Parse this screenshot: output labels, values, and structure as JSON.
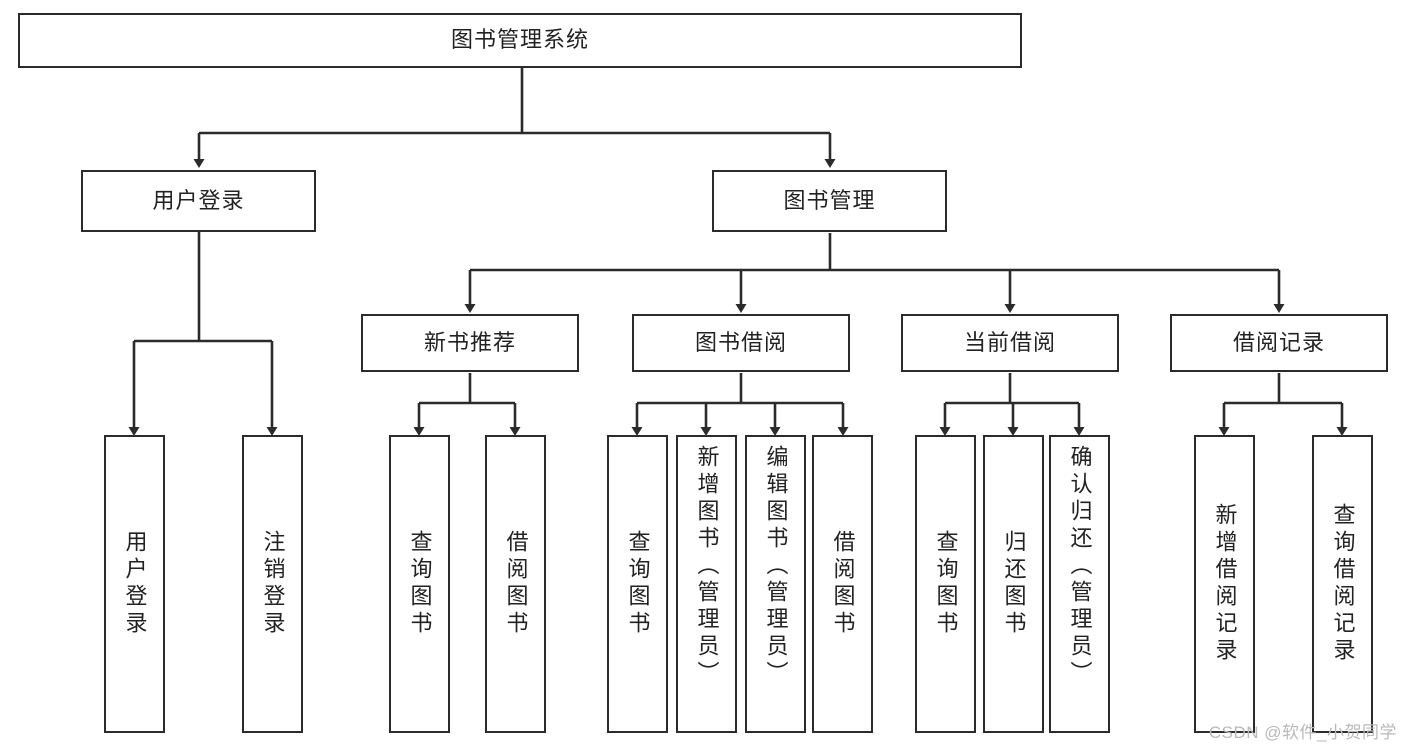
{
  "diagram": {
    "title": "图书管理系统",
    "type": "tree",
    "watermark": "CSDN @软件_小贺同学",
    "colors": {
      "stroke": "#2b2b2b",
      "fill": "#ffffff",
      "text": "#222222",
      "watermark": "#b9b9b9"
    },
    "levels": {
      "root": {
        "label": "图书管理系统"
      },
      "level2": [
        {
          "id": "user-login",
          "label": "用户登录"
        },
        {
          "id": "book-manage",
          "label": "图书管理"
        }
      ],
      "level3": [
        {
          "id": "new-book-recommend",
          "label": "新书推荐",
          "parent": "book-manage"
        },
        {
          "id": "book-borrow",
          "label": "图书借阅",
          "parent": "book-manage"
        },
        {
          "id": "current-borrow",
          "label": "当前借阅",
          "parent": "book-manage"
        },
        {
          "id": "borrow-record",
          "label": "借阅记录",
          "parent": "book-manage"
        }
      ],
      "leaves": [
        {
          "id": "leaf-user-login",
          "label": "用户登录",
          "parent": "user-login"
        },
        {
          "id": "leaf-user-logout",
          "label": "注销登录",
          "parent": "user-login"
        },
        {
          "id": "leaf-query-book-1",
          "label": "查询图书",
          "parent": "new-book-recommend"
        },
        {
          "id": "leaf-borrow-book-1",
          "label": "借阅图书",
          "parent": "new-book-recommend"
        },
        {
          "id": "leaf-query-book-2",
          "label": "查询图书",
          "parent": "book-borrow"
        },
        {
          "id": "leaf-add-book",
          "label": "新增图书（管理员）",
          "parent": "book-borrow"
        },
        {
          "id": "leaf-edit-book",
          "label": "编辑图书（管理员）",
          "parent": "book-borrow"
        },
        {
          "id": "leaf-borrow-book-2",
          "label": "借阅图书",
          "parent": "book-borrow"
        },
        {
          "id": "leaf-query-book-3",
          "label": "查询图书",
          "parent": "current-borrow"
        },
        {
          "id": "leaf-return-book",
          "label": "归还图书",
          "parent": "current-borrow"
        },
        {
          "id": "leaf-confirm-return",
          "label": "确认归还（管理员）",
          "parent": "current-borrow"
        },
        {
          "id": "leaf-add-record",
          "label": "新增借阅记录",
          "parent": "borrow-record"
        },
        {
          "id": "leaf-query-record",
          "label": "查询借阅记录",
          "parent": "borrow-record"
        }
      ]
    }
  }
}
